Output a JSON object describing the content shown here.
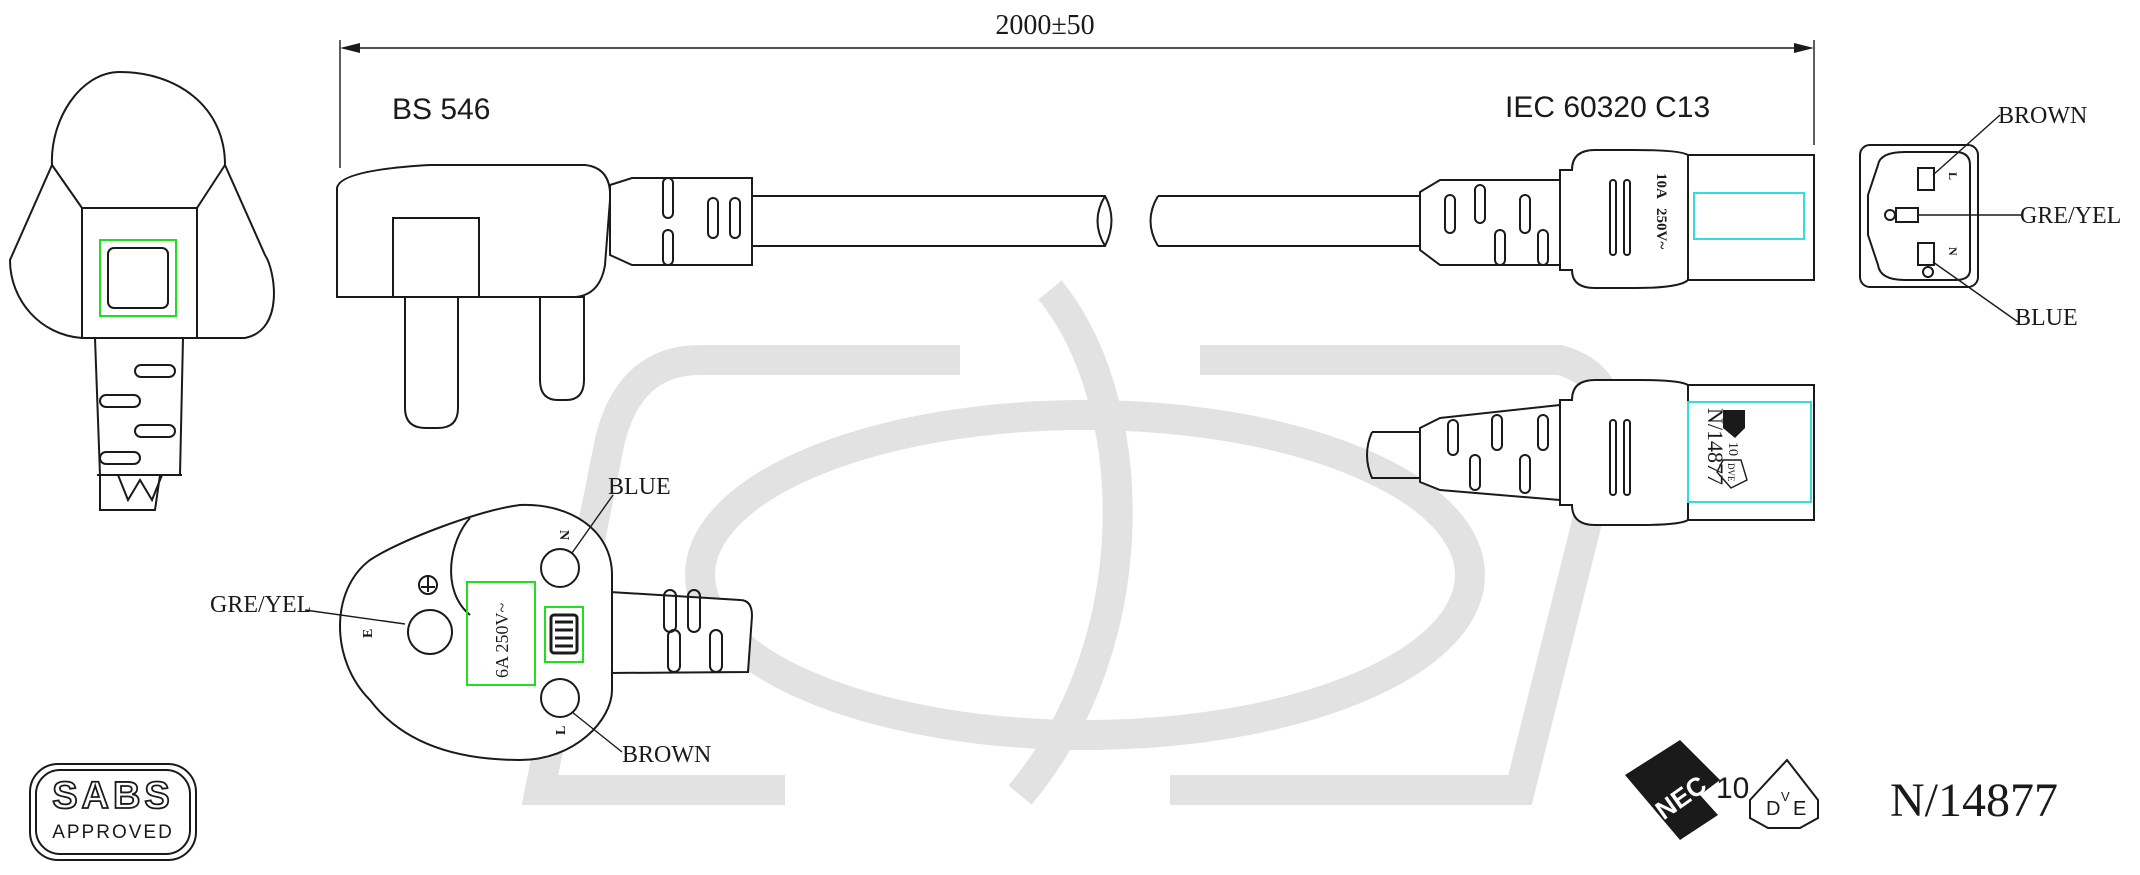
{
  "dimension": {
    "length": "2000±50"
  },
  "plug": {
    "standard": "BS 546",
    "rating": "6A 250V~",
    "pin_earth": "E",
    "pin_neutral": "N",
    "pin_live": "L"
  },
  "connector": {
    "standard": "IEC 60320 C13",
    "rating_10a": "10A",
    "rating_250v": "250V~",
    "pin_l": "L",
    "pin_n": "N",
    "approval_number": "N/14877",
    "vde_marks": [
      "10",
      "DVE"
    ]
  },
  "wire_colors": {
    "brown": "BROWN",
    "grey_yellow": "GRE/YEL",
    "blue": "BLUE"
  },
  "approvals": {
    "sabs_line1": "SABS",
    "sabs_line2": "APPROVED",
    "enec_text": "ENEC",
    "enec_number": "10",
    "vde_d": "D",
    "vde_v": "V",
    "vde_e": "E",
    "vde_number": "N/14877"
  },
  "colors": {
    "outline": "#1a1a1a",
    "highlight_green": "#22dd22",
    "highlight_cyan": "#33dddd",
    "watermark": "#e2e2e2"
  }
}
